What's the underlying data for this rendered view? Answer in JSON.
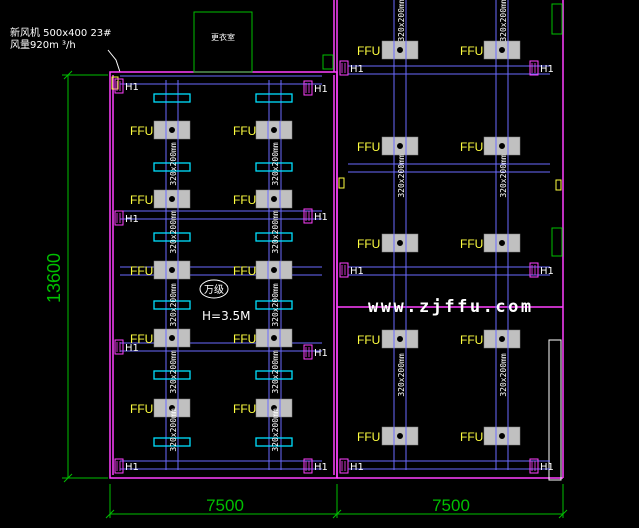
{
  "notes": {
    "top_line1": "新风机 500x400  23#",
    "top_line2": "风量920m ³/h",
    "room_label": "更衣室",
    "area_label": "万级",
    "height_label": "H=3.5M",
    "website": "www.zjffu.com"
  },
  "dimensions": {
    "vertical": "13600",
    "left_width": "7500",
    "right_width": "7500"
  },
  "labels": {
    "ffu": "FFU",
    "duct": "320x200mm",
    "outlet": "H1"
  },
  "colors": {
    "wall": "#ff40ff",
    "duct": "#6a6aff",
    "dimension": "#00c000",
    "ffu_box": "#c0c0c0",
    "return_vent": "#00e0ff",
    "text_ffu": "#ffff40"
  }
}
